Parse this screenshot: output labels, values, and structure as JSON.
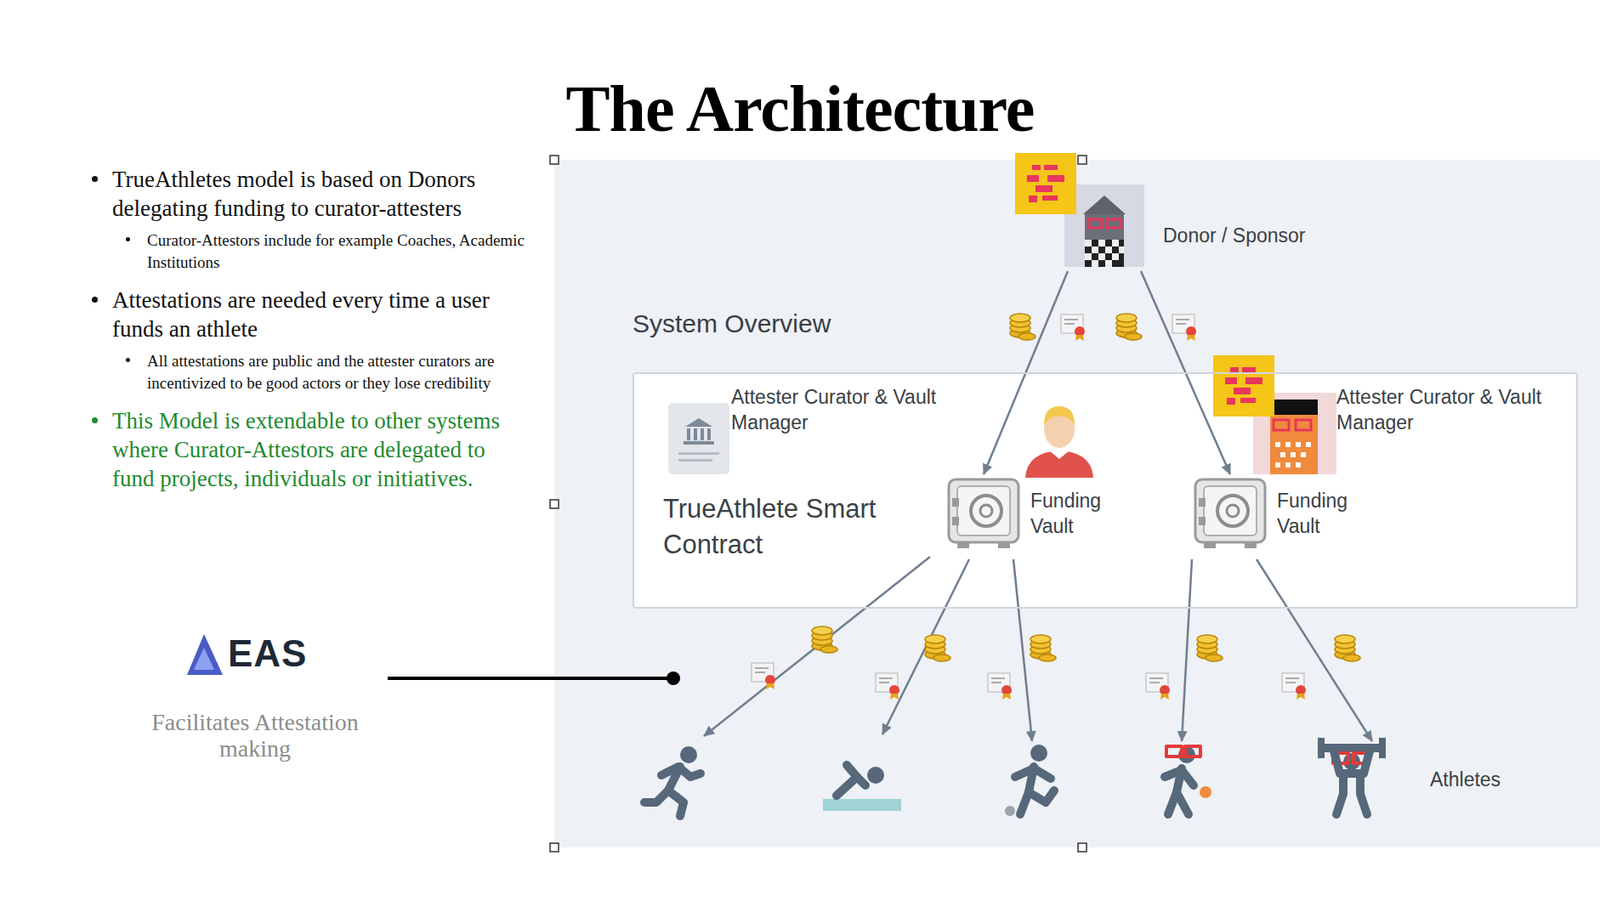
{
  "diagram": {
    "title": "The Architecture",
    "nodes": [
      {
        "text": [
          "Donor / Sponsor"
        ]
      },
      {
        "text": [
          "TrueAthlete Smart Contract"
        ]
      },
      {
        "text": [
          "Attester Curator & Vault Manager"
        ],
        "in": 1
      },
      {
        "text": [
          "Funding Vault"
        ],
        "in": 1
      },
      {
        "text": [
          "Attester Curator & Vault Manager"
        ],
        "in": 1
      },
      {
        "text": [
          "Funding Vault"
        ],
        "in": 1
      }
    ],
    "edges": [
      {
        "from": 0,
        "to": 3,
        "arrow": "to"
      },
      {
        "from": 0,
        "to": 5,
        "arrow": "to"
      }
    ],
    "labels": [
      "TrueAthletes model is based on Donors delegating funding to curator-attesters",
      "Curator-Attestors include for example Coaches, Academic Institutions",
      "Attestations are needed every time a user funds an athlete",
      "All attestations are public and the attester curators are incentivized to be good actors or they lose credibility",
      "This Model is extendable to other systems where Curator-Attestors are delegated to fund projects, individuals or initiatives.",
      "System Overview",
      "Athletes",
      "EAS",
      "Facilitates Attestation making"
    ]
  }
}
